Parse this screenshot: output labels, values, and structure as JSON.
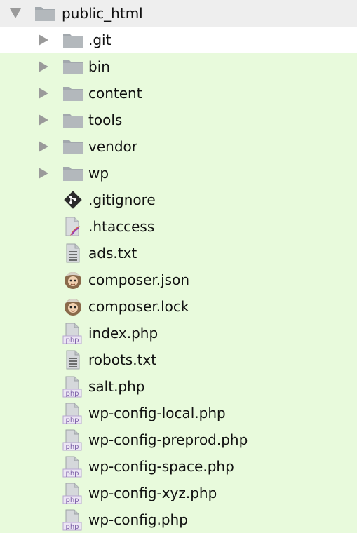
{
  "root": {
    "label": "public_html",
    "icon": "folder-icon"
  },
  "folders": [
    {
      "label": ".git",
      "icon": "folder-icon"
    },
    {
      "label": "bin",
      "icon": "folder-icon"
    },
    {
      "label": "content",
      "icon": "folder-icon"
    },
    {
      "label": "tools",
      "icon": "folder-icon"
    },
    {
      "label": "vendor",
      "icon": "folder-icon"
    },
    {
      "label": "wp",
      "icon": "folder-icon"
    }
  ],
  "files": [
    {
      "label": ".gitignore",
      "icon": "git-icon"
    },
    {
      "label": ".htaccess",
      "icon": "htaccess-icon"
    },
    {
      "label": "ads.txt",
      "icon": "text-file-icon"
    },
    {
      "label": "composer.json",
      "icon": "composer-icon"
    },
    {
      "label": "composer.lock",
      "icon": "composer-icon"
    },
    {
      "label": "index.php",
      "icon": "php-file-icon"
    },
    {
      "label": "robots.txt",
      "icon": "text-file-icon"
    },
    {
      "label": "salt.php",
      "icon": "php-file-icon"
    },
    {
      "label": "wp-config-local.php",
      "icon": "php-file-icon"
    },
    {
      "label": "wp-config-preprod.php",
      "icon": "php-file-icon"
    },
    {
      "label": "wp-config-space.php",
      "icon": "php-file-icon"
    },
    {
      "label": "wp-config-xyz.php",
      "icon": "php-file-icon"
    },
    {
      "label": "wp-config.php",
      "icon": "php-file-icon"
    }
  ],
  "icon_php_text": "php",
  "colors": {
    "background": "#e8fadc",
    "selected": "#ffffff",
    "folder": "#a2a8ad",
    "php_label": "#7b5ea7"
  }
}
